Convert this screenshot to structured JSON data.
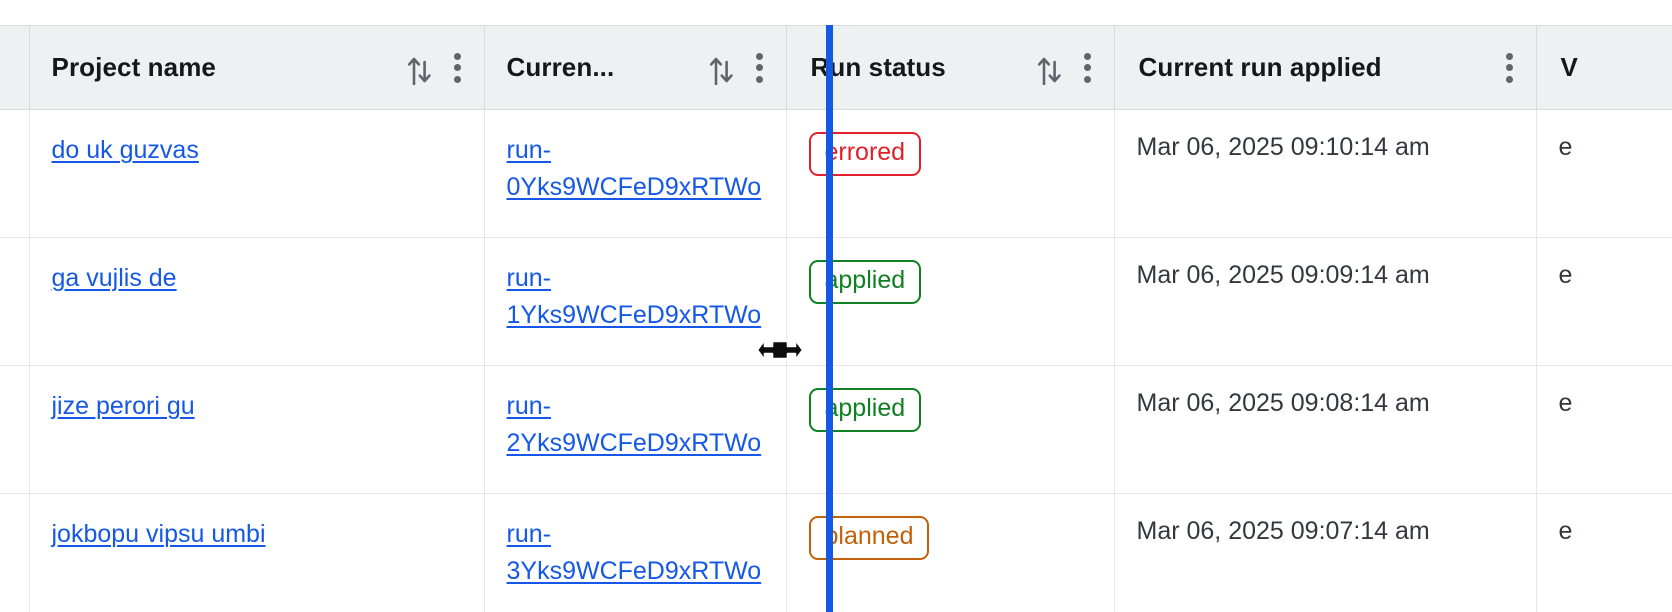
{
  "table": {
    "columns": [
      {
        "id": "select",
        "label": "",
        "has_sort": false,
        "has_menu": false
      },
      {
        "id": "project",
        "label": "Project name",
        "has_sort": true,
        "has_menu": true
      },
      {
        "id": "current_run",
        "label": "Curren...",
        "has_sort": true,
        "has_menu": true
      },
      {
        "id": "run_status",
        "label": "Run status",
        "has_sort": true,
        "has_menu": true
      },
      {
        "id": "applied",
        "label": "Current run applied",
        "has_sort": false,
        "has_menu": true
      },
      {
        "id": "last",
        "label": "V",
        "has_sort": false,
        "has_menu": false
      }
    ],
    "rows": [
      {
        "project": "do uk guzvas",
        "current_run": "run-0Yks9WCFeD9xRTWo",
        "run_status": "errored",
        "status_kind": "errored",
        "applied": "Mar 06, 2025 09:10:14 am",
        "last": "e"
      },
      {
        "project": "ga vujlis de",
        "current_run": "run-1Yks9WCFeD9xRTWo",
        "run_status": "applied",
        "status_kind": "applied",
        "applied": "Mar 06, 2025 09:09:14 am",
        "last": "e"
      },
      {
        "project": "jize perori gu",
        "current_run": "run-2Yks9WCFeD9xRTWo",
        "run_status": "applied",
        "status_kind": "applied",
        "applied": "Mar 06, 2025 09:08:14 am",
        "last": "e"
      },
      {
        "project": "jokbopu vipsu umbi",
        "current_run": "run-3Yks9WCFeD9xRTWo",
        "run_status": "planned",
        "status_kind": "planned",
        "applied": "Mar 06, 2025 09:07:14 am",
        "last": "e"
      }
    ]
  },
  "icons": {
    "sort": "sort-arrows-icon",
    "menu": "kebab-menu-icon",
    "resize_cursor": "column-resize-cursor"
  },
  "interaction": {
    "resizing_column": "Curren...",
    "resize_indicator_color": "#1459e4"
  },
  "colors": {
    "link": "#1558e8",
    "header_bg": "#eff0f2",
    "errored": "#e0212b",
    "applied": "#0f8024",
    "planned": "#c2610a",
    "resize_line": "#1459e4"
  }
}
